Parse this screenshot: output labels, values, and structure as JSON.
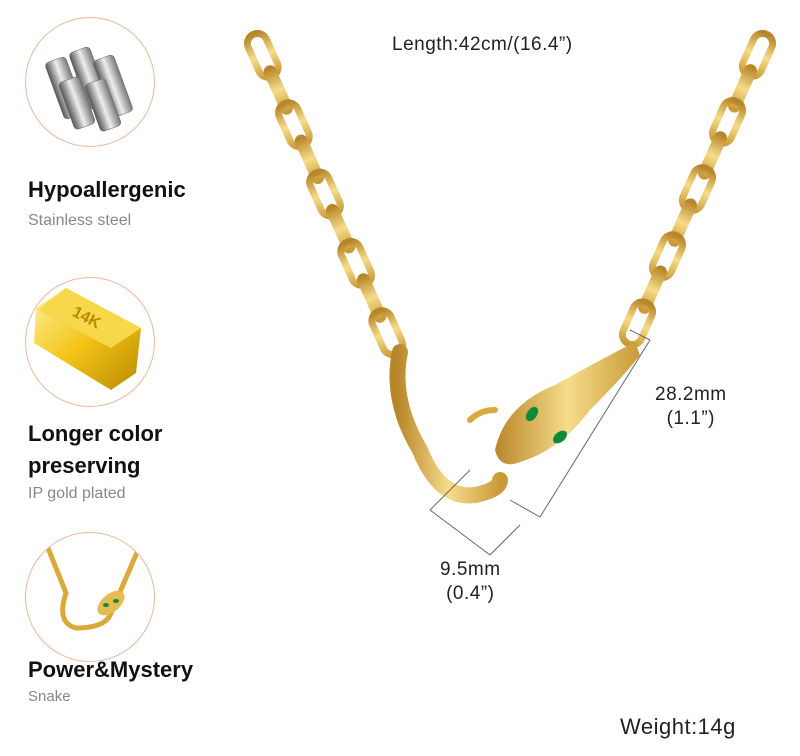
{
  "features": [
    {
      "title": "Hypoallergenic",
      "subtitle": "Stainless steel",
      "icon": "steel-rods-icon"
    },
    {
      "title": "Longer color preserving",
      "title_lines": [
        "Longer color",
        "preserving"
      ],
      "subtitle": "IP gold plated",
      "icon": "gold-bar-icon",
      "badge": "14K"
    },
    {
      "title": "Power&Mystery",
      "subtitle": "Snake",
      "icon": "snake-pendant-icon"
    }
  ],
  "dimensions": {
    "length": "Length:42cm/(16.4”)",
    "height_mm": "28.2mm",
    "height_in": "(1.1”)",
    "width_mm": "9.5mm",
    "width_in": "(0.4”)",
    "weight": "Weight:14g"
  },
  "colors": {
    "gold": "#e2b54a",
    "emerald": "#0f8a3a",
    "circle_border": "#e9b89d"
  }
}
